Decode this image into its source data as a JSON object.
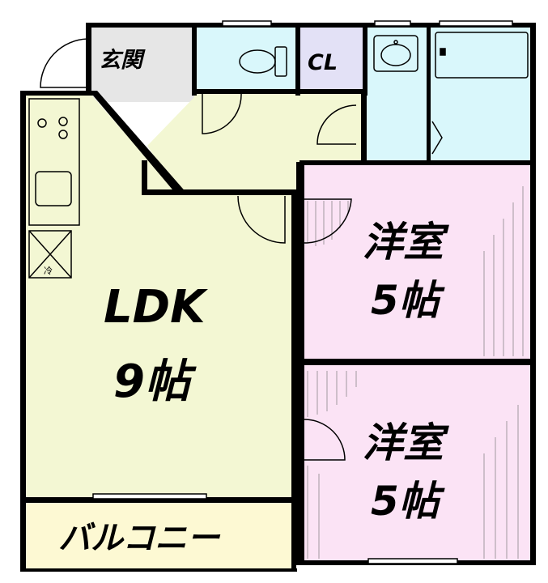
{
  "rooms": {
    "ldk": {
      "name": "LDK",
      "size": "9帖"
    },
    "western_room_1": {
      "name": "洋室",
      "size": "5帖"
    },
    "western_room_2": {
      "name": "洋室",
      "size": "5帖"
    },
    "entrance": {
      "name": "玄関"
    },
    "closet": {
      "name": "CL"
    },
    "balcony": {
      "name": "バルコニー"
    }
  },
  "fixtures": {
    "fridge_mark": "冷"
  },
  "colors": {
    "ldk": "#f3f7d3",
    "hall": "#f3f7d3",
    "western_room": "#fbe3f5",
    "wet_area": "#d9f7fb",
    "closet": "#e3e1f6",
    "entrance": "#e6e6e6",
    "balcony": "#fdf9d3",
    "wall": "#000000"
  }
}
